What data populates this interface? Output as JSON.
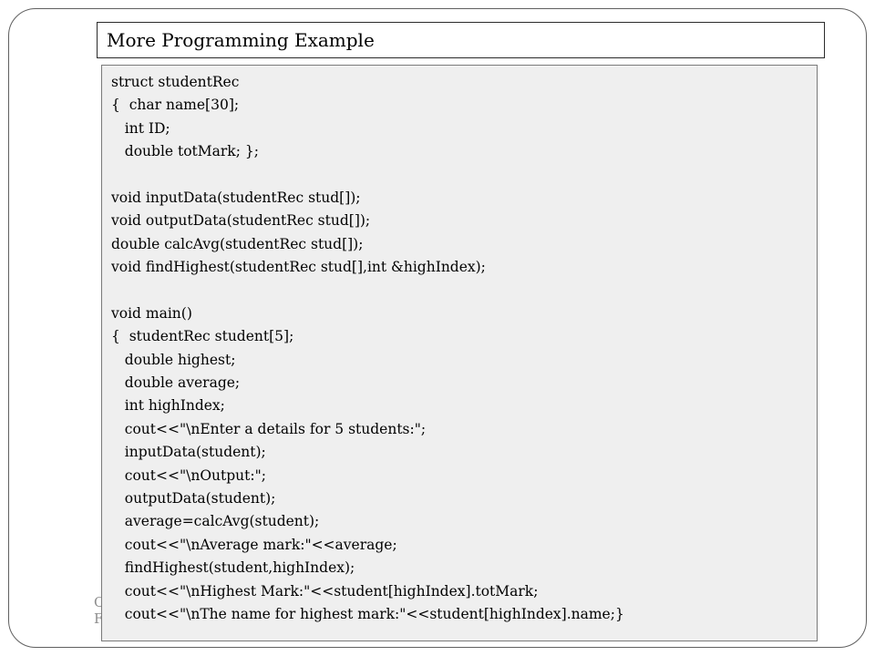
{
  "slide": {
    "title": "More Programming Example",
    "code_lines": [
      "struct studentRec",
      "{  char name[30];",
      "   int ID;",
      "   double totMark; };",
      "",
      "void inputData(studentRec stud[]);",
      "void outputData(studentRec stud[]);",
      "double calcAvg(studentRec stud[]);",
      "void findHighest(studentRec stud[],int &highIndex);",
      "",
      "void main()",
      "{  studentRec student[5];",
      "   double highest;",
      "   double average;",
      "   int highIndex;",
      "   cout<<\"\\nEnter a details for 5 students:\";",
      "   inputData(student);",
      "   cout<<\"\\nOutput:\";",
      "   outputData(student);",
      "   average=calcAvg(student);",
      "   cout<<\"\\nAverage mark:\"<<average;",
      "   findHighest(student,highIndex);",
      "   cout<<\"\\nHighest Mark:\"<<student[highIndex].totMark;",
      "   cout<<\"\\nThe name for highest mark:\"<<student[highIndex].name;}"
    ],
    "footer_fragments": [
      "C",
      "F"
    ]
  }
}
